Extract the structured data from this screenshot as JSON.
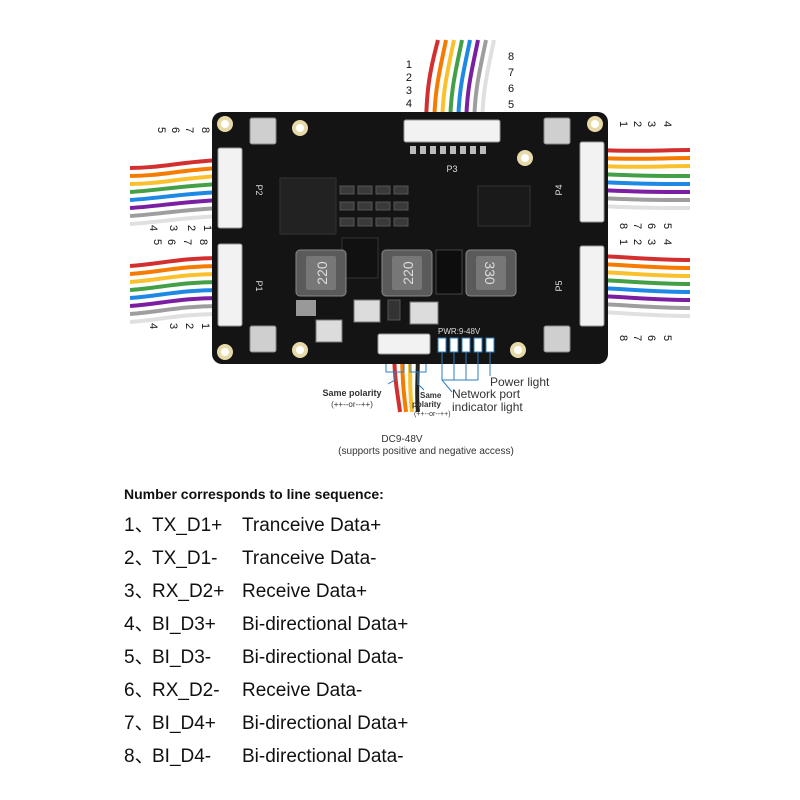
{
  "board": {
    "connectors": {
      "top": {
        "label": "P3",
        "pins_left": [
          "1",
          "2",
          "3",
          "4"
        ],
        "pins_right": [
          "8",
          "7",
          "6",
          "5"
        ]
      },
      "left_upper": {
        "label": "P2",
        "pins_top": [
          "5",
          "6",
          "7",
          "8"
        ],
        "pins_bottom": [
          "4",
          "3",
          "2",
          "1"
        ]
      },
      "left_lower": {
        "label": "P1",
        "pins_top": [
          "5",
          "6",
          "7",
          "8"
        ],
        "pins_bottom": [
          "4",
          "3",
          "2",
          "1"
        ]
      },
      "right_upper": {
        "label": "P4",
        "pins_top": [
          "1",
          "2",
          "3",
          "4"
        ],
        "pins_bottom": [
          "8",
          "7",
          "6",
          "5"
        ]
      },
      "right_lower": {
        "label": "P5",
        "pins_top": [
          "1",
          "2",
          "3",
          "4"
        ],
        "pins_bottom": [
          "8",
          "7",
          "6",
          "5"
        ]
      }
    },
    "inductors": [
      "220",
      "220",
      "330"
    ],
    "silk_power": "PWR:9-48V"
  },
  "annotations": {
    "same_polarity_left": "Same polarity",
    "polarity_left_hint": "(++--or--++)",
    "same_polarity_right_1": "Same",
    "same_polarity_right_2": "polarity",
    "polarity_right_hint": "(++--or--++)",
    "power_light": "Power light",
    "network_port_1": "Network port",
    "network_port_2": "indicator light",
    "dc_input": "DC9-48V",
    "dc_input_note": "(supports positive and negative access)"
  },
  "legend": {
    "title": "Number corresponds to line sequence:",
    "rows": [
      {
        "num": "1、",
        "signal": "TX_D1+",
        "desc": "Tranceive Data+"
      },
      {
        "num": "2、",
        "signal": "TX_D1-",
        "desc": "Tranceive Data-"
      },
      {
        "num": "3、",
        "signal": "RX_D2+",
        "desc": "Receive Data+"
      },
      {
        "num": "4、",
        "signal": "BI_D3+",
        "desc": "Bi-directional Data+"
      },
      {
        "num": "5、",
        "signal": "BI_D3-",
        "desc": "Bi-directional Data-"
      },
      {
        "num": "6、",
        "signal": "RX_D2-",
        "desc": "Receive Data-"
      },
      {
        "num": "7、",
        "signal": "BI_D4+",
        "desc": "Bi-directional Data+"
      },
      {
        "num": "8、",
        "signal": "BI_D4-",
        "desc": "Bi-directional Data-"
      }
    ]
  },
  "colors": {
    "pcb": "#141414",
    "wire_1": "#d32f2f",
    "wire_2": "#f57c00",
    "wire_3": "#fbc02d",
    "wire_4": "#43a047",
    "wire_5": "#1e88e5",
    "wire_6": "#7b1fa2",
    "wire_7": "#9e9e9e",
    "wire_8": "#f2f2f2",
    "annotation_red": "#c62828",
    "callout_blue": "#2e7dbf"
  }
}
